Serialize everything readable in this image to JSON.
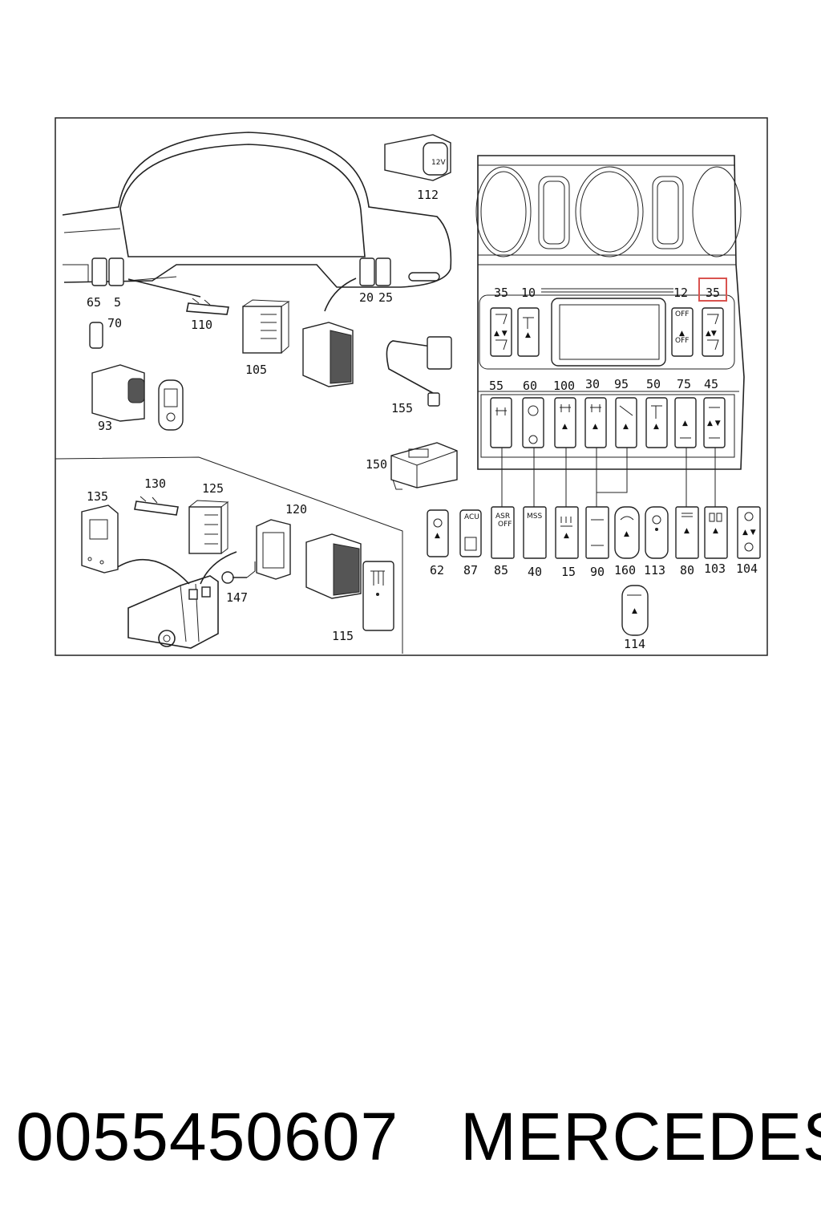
{
  "caption": {
    "part_number": "0055450607",
    "brand": "MERCEDES"
  },
  "callouts": {
    "c112": "112",
    "c65": "65",
    "c5": "5",
    "c70": "70",
    "c110": "110",
    "c105": "105",
    "c20": "20",
    "c25": "25",
    "c93": "93",
    "c155": "155",
    "c150": "150",
    "c135": "135",
    "c130": "130",
    "c125": "125",
    "c120": "120",
    "c147": "147",
    "c115": "115",
    "c35a": "35",
    "c10": "10",
    "c12": "12",
    "c35b": "35",
    "c55": "55",
    "c60": "60",
    "c100": "100",
    "c30": "30",
    "c95": "95",
    "c50": "50",
    "c75": "75",
    "c45": "45",
    "c62": "62",
    "c87": "87",
    "c85": "85",
    "c40": "40",
    "c15": "15",
    "c90": "90",
    "c160": "160",
    "c113": "113",
    "c80": "80",
    "c103": "103",
    "c104": "104",
    "c114": "114"
  },
  "switch_labels": {
    "asr": "ASR",
    "off": "OFF",
    "mss": "MSS",
    "acu": "ACU",
    "off_upper": "OFF",
    "off_lower": "OFF",
    "twelve_v": "12V"
  },
  "colors": {
    "highlight": "#d9534f",
    "line": "#222222"
  }
}
